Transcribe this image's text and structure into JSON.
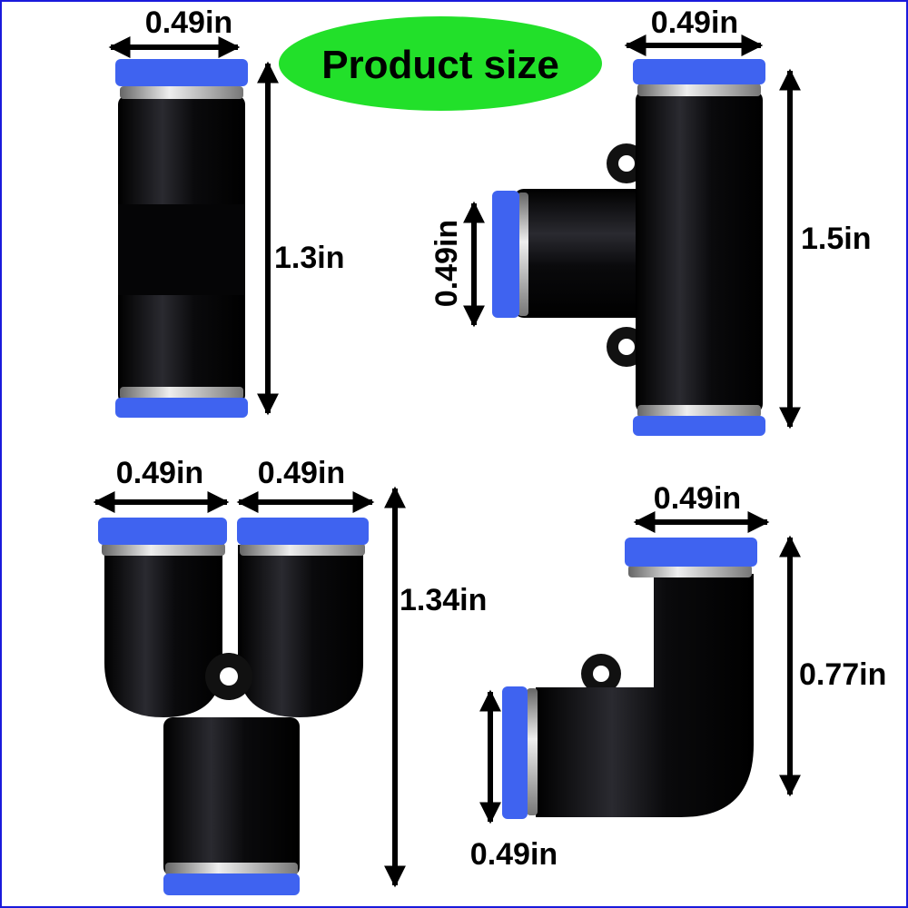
{
  "title": "Product size",
  "colors": {
    "badge": "#22e02a",
    "cap": "#3f63f0",
    "body": "#0c0c0e",
    "border": "#1a1adc"
  },
  "straight_union": {
    "width_label": "0.49in",
    "height_label": "1.3in"
  },
  "tee": {
    "width_label": "0.49in",
    "height_label": "1.5in",
    "branch_label": "0.49in"
  },
  "y_fitting": {
    "left_width_label": "0.49in",
    "right_width_label": "0.49in",
    "height_label": "1.34in"
  },
  "elbow": {
    "width_label": "0.49in",
    "height_label": "0.77in",
    "branch_label": "0.49in"
  }
}
